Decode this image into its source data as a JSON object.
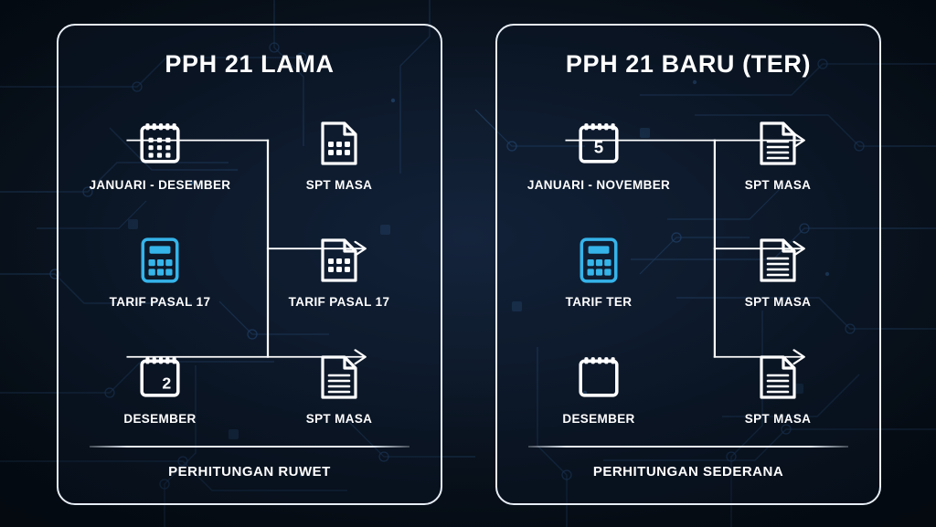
{
  "theme": {
    "background_color": "#0a121c",
    "panel_border_color": "#e8eef6",
    "text_color": "#ffffff",
    "accent_color": "#35b4ea"
  },
  "panels": [
    {
      "title": "PPH 21 LAMA",
      "rows": [
        {
          "left": {
            "icon": "calendar-grid-icon",
            "label": "JANUARI - DESEMBER"
          },
          "right": {
            "icon": "document-grid-icon",
            "label": "SPT MASA"
          }
        },
        {
          "left": {
            "icon": "calculator-icon",
            "label": "TARIF PASAL 17"
          },
          "right": {
            "icon": "document-grid-icon",
            "label": "TARIF PASAL 17"
          }
        },
        {
          "left": {
            "icon": "calendar-day-icon",
            "calendar_day": "2",
            "label": "DESEMBER"
          },
          "right": {
            "icon": "document-lines-icon",
            "label": "SPT MASA"
          }
        }
      ],
      "footer": "PERHITUNGAN RUWET"
    },
    {
      "title": "PPH 21 BARU (TER)",
      "rows": [
        {
          "left": {
            "icon": "calendar-day-icon",
            "calendar_day": "5",
            "label": "JANUARI - NOVEMBER"
          },
          "right": {
            "icon": "document-lines-icon",
            "label": "SPT MASA"
          }
        },
        {
          "left": {
            "icon": "calculator-icon",
            "label": "TARIF TER"
          },
          "right": {
            "icon": "document-lines-icon",
            "label": "SPT MASA"
          }
        },
        {
          "left": {
            "icon": "calendar-blank-icon",
            "calendar_day": "",
            "label": "DESEMBER"
          },
          "right": {
            "icon": "document-lines-icon",
            "label": "SPT MASA"
          }
        }
      ],
      "footer": "PERHITUNGAN SEDERANA"
    }
  ]
}
